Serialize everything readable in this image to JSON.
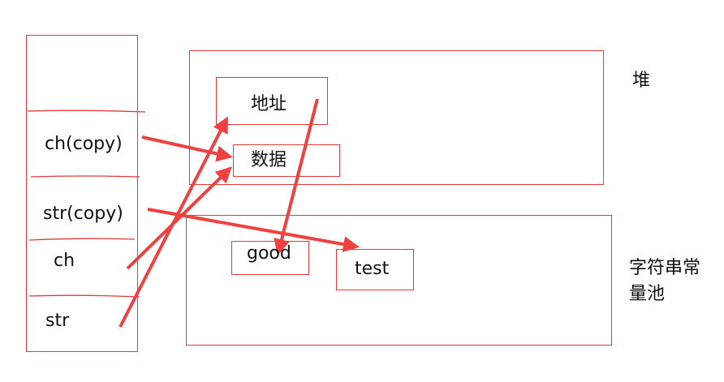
{
  "diagram": {
    "colors": {
      "border": "#e23a3a",
      "arrow": "#f04040",
      "text": "#111111"
    },
    "stack": {
      "cells": [
        "ch(copy)",
        "str(copy)",
        "ch",
        "str"
      ]
    },
    "heap": {
      "label": "堆",
      "boxes": {
        "address": "地址",
        "data": "数据"
      }
    },
    "string_pool": {
      "label_line1": "字符串常",
      "label_line2": "量池",
      "boxes": {
        "good": "good",
        "test": "test"
      }
    },
    "arrows": [
      {
        "from": "ch(copy)",
        "to": "数据"
      },
      {
        "from": "str(copy)",
        "to": "test"
      },
      {
        "from": "ch",
        "to": "数据"
      },
      {
        "from": "str",
        "to": "地址"
      },
      {
        "from": "地址",
        "to": "good"
      }
    ]
  }
}
